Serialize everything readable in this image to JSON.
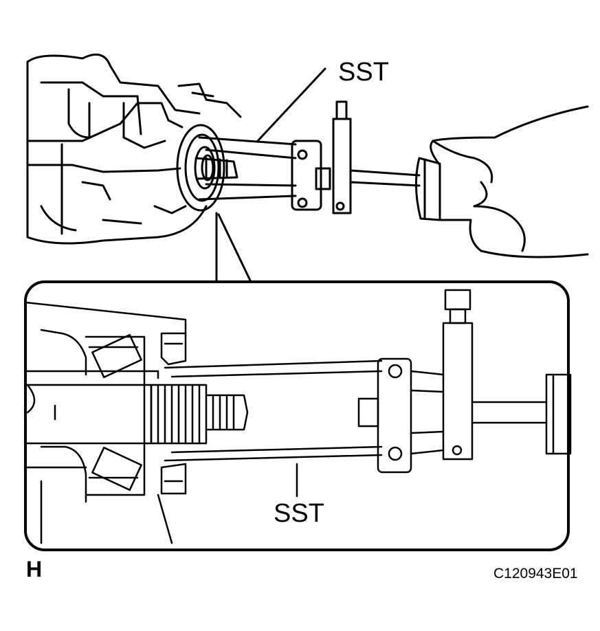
{
  "labels": {
    "sst_top": "SST",
    "sst_bottom": "SST",
    "figure_letter": "H",
    "figure_code": "C120943E01"
  },
  "colors": {
    "ink": "#000000",
    "paper": "#ffffff"
  }
}
